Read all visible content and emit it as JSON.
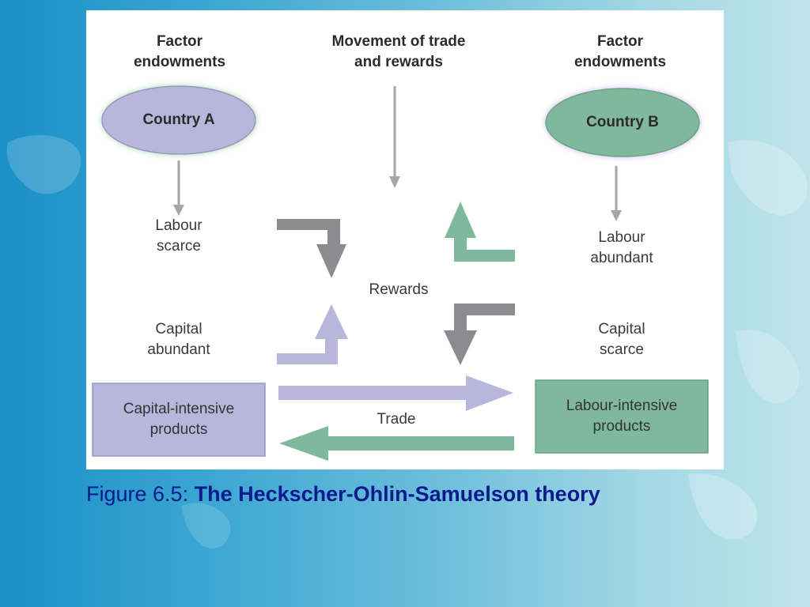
{
  "diagram": {
    "left_header": "Factor\nendowments",
    "center_header": "Movement of trade\nand rewards",
    "right_header": "Factor\nendowments",
    "country_a": "Country A",
    "country_b": "Country B",
    "a_labour": "Labour\nscarce",
    "a_capital": "Capital\nabundant",
    "b_labour": "Labour\nabundant",
    "b_capital": "Capital\nscarce",
    "rewards": "Rewards",
    "trade": "Trade",
    "a_products": "Capital-intensive\nproducts",
    "b_products": "Labour-intensive\nproducts"
  },
  "caption": {
    "prefix": "Figure 6.5: ",
    "title": "The Heckscher-Ohlin-Samuelson theory"
  },
  "colors": {
    "purple": "#b9b6dc",
    "green": "#7fb89d",
    "grey": "#8c8c90",
    "caption": "#0b1a8c"
  }
}
